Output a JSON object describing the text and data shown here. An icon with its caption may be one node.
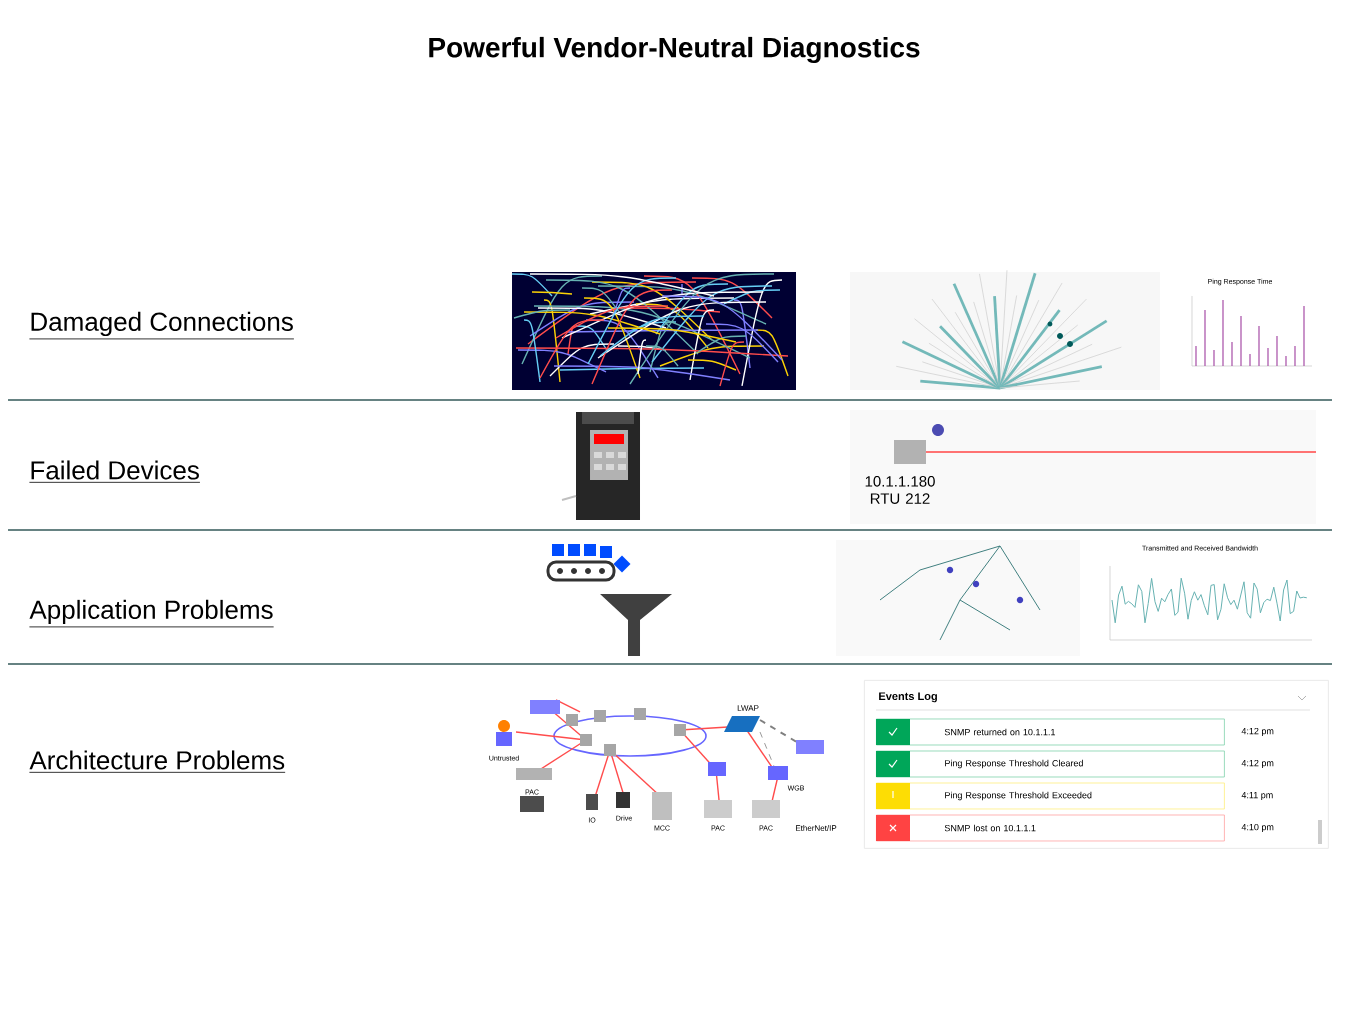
{
  "diagram": {
    "title": "Powerful Vendor-Neutral Diagnostics",
    "nodes": [
      {
        "text": [
          "Events Log"
        ]
      },
      {
        "text": [
          "SNMP returned on 10.1.1.1"
        ],
        "in": 0,
        "beside": [
          "4:12 pm"
        ]
      },
      {
        "text": [
          "Ping Response Threshold Cleared"
        ],
        "in": 0,
        "beside": [
          "4:12 pm"
        ]
      },
      {
        "text": [
          "Ping Response Threshold Exceeded"
        ],
        "in": 0,
        "beside": [
          "4:11 pm"
        ]
      },
      {
        "text": [
          "SNMP lost on 10.1.1.1"
        ],
        "in": 0,
        "beside": [
          "4:10 pm"
        ]
      }
    ],
    "labels": [
      "Damaged Connections",
      "Ping Response Time",
      "Failed Devices",
      "10.1.1.180 RTU 212",
      "Application Problems",
      "Transmitted and Received Bandwidth",
      "Architecture Problems",
      "Untrusted",
      "LWAP",
      "PAC",
      "IO",
      "Drive",
      "MCC",
      "PAC",
      "WGB",
      "PAC",
      "EtherNet/IP"
    ]
  }
}
